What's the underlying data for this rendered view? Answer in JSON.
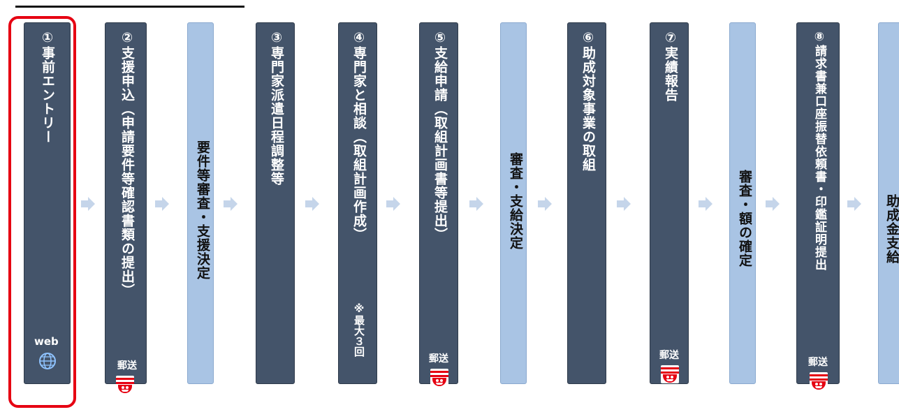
{
  "steps": [
    {
      "id": "s1",
      "kind": "dark",
      "title": "①事前エントリー",
      "badge": "web",
      "icon": "globe-icon"
    },
    {
      "id": "s2",
      "kind": "dark",
      "title": "②支援申込（申請要件等確認書類の提出）",
      "badge": "郵送",
      "icon": "post-office-mark-icon"
    },
    {
      "id": "s3",
      "kind": "light",
      "title": "要件等審査・支援決定"
    },
    {
      "id": "s4",
      "kind": "dark",
      "title": "③専門家派遣日程調整等"
    },
    {
      "id": "s5",
      "kind": "dark",
      "title": "④専門家と相談（取組計画作成）",
      "note": "※最大３回"
    },
    {
      "id": "s6",
      "kind": "dark",
      "title": "⑤支給申請（取組計画書等提出）",
      "badge": "郵送",
      "icon": "post-office-mark-icon"
    },
    {
      "id": "s7",
      "kind": "light",
      "title": "審査・支給決定"
    },
    {
      "id": "s8",
      "kind": "dark",
      "title": "⑥助成対象事業の取組"
    },
    {
      "id": "s9",
      "kind": "dark",
      "title": "⑦実績報告",
      "badge": "郵送",
      "icon": "post-office-mark-icon"
    },
    {
      "id": "s10",
      "kind": "light",
      "title": "審査・額の確定"
    },
    {
      "id": "s11",
      "kind": "dark",
      "title": "⑧請求書兼口座振替依頼書・印鑑証明提出",
      "badge": "郵送",
      "icon": "post-office-mark-icon"
    },
    {
      "id": "s12",
      "kind": "light",
      "title": "助成金支給"
    }
  ],
  "colors": {
    "dark": "#44546a",
    "light": "#a9c4e4",
    "highlight": "#e60012",
    "arrow": "#c5d5ea"
  }
}
